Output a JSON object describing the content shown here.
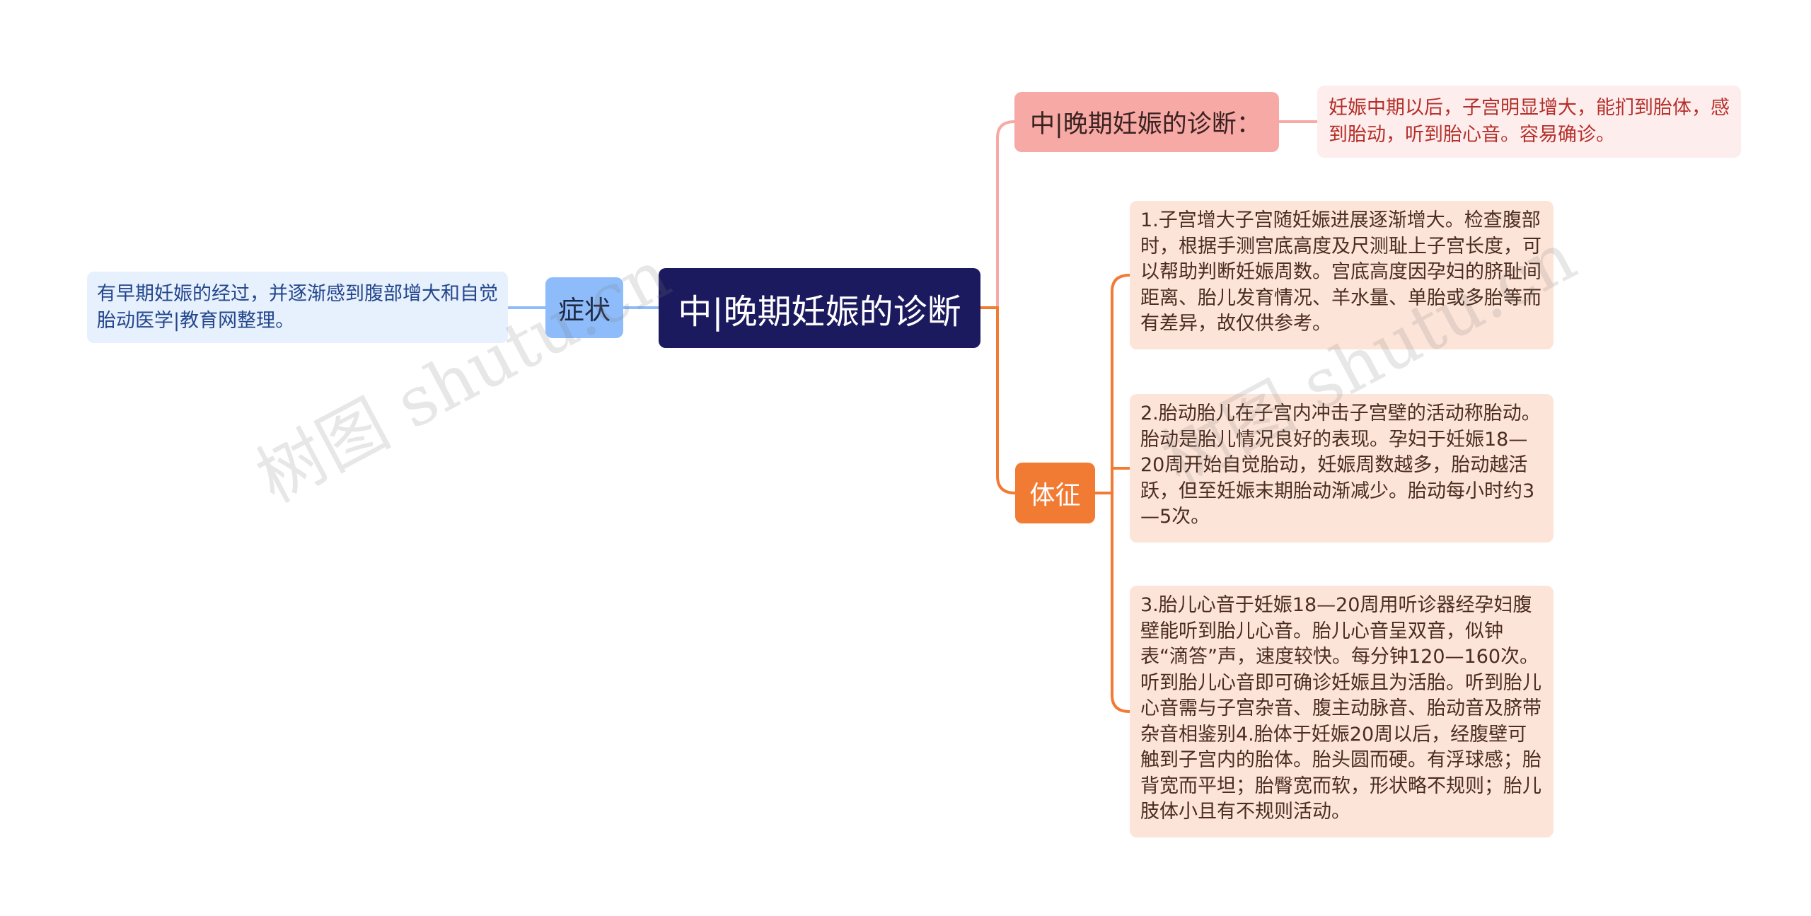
{
  "center": {
    "label": "中|晚期妊娠的诊断"
  },
  "left_branch": {
    "label": "症状",
    "text": "有早期妊娠的经过，并逐渐感到腹部增大和自觉胎动医学|教育网整理。"
  },
  "right_branches": {
    "diagnosis": {
      "label": "中|晚期妊娠的诊断：",
      "text": "妊娠中期以后，子宫明显增大，能扪到胎体，感到胎动，听到胎心音。容易确诊。"
    },
    "signs": {
      "label": "体征",
      "items": [
        {
          "text": "1.子宫增大子宫随妊娠进展逐渐增大。检查腹部时，根据手测宫底高度及尺测耻上子宫长度，可以帮助判断妊娠周数。宫底高度因孕妇的脐耻间距离、胎儿发育情况、羊水量、单胎或多胎等而有差异，故仅供参考。"
        },
        {
          "text": "2.胎动胎儿在子宫内冲击子宫壁的活动称胎动。胎动是胎儿情况良好的表现。孕妇于妊娠18—20周开始自觉胎动，妊娠周数越多，胎动越活跃，但至妊娠末期胎动渐减少。胎动每小时约3—5次。"
        },
        {
          "text": "3.胎儿心音于妊娠18—20周用听诊器经孕妇腹壁能听到胎儿心音。胎儿心音呈双音，似钟表“滴答”声，速度较快。每分钟120—160次。听到胎儿心音即可确诊妊娠且为活胎。听到胎儿心音需与子宫杂音、腹主动脉音、胎动音及脐带杂音相鉴别4.胎体于妊娠20周以后，经腹壁可触到子宫内的胎体。胎头圆而硬。有浮球感；胎背宽而平坦；胎臀宽而软，形状略不规则；胎儿肢体小且有不规则活动。"
        }
      ]
    }
  },
  "watermark": "树图 shutu.cn",
  "colors": {
    "center": "#1c1a5e",
    "symptom": "#8ebcfb",
    "diagnosis": "#f7a9a6",
    "signs": "#f27b34"
  }
}
